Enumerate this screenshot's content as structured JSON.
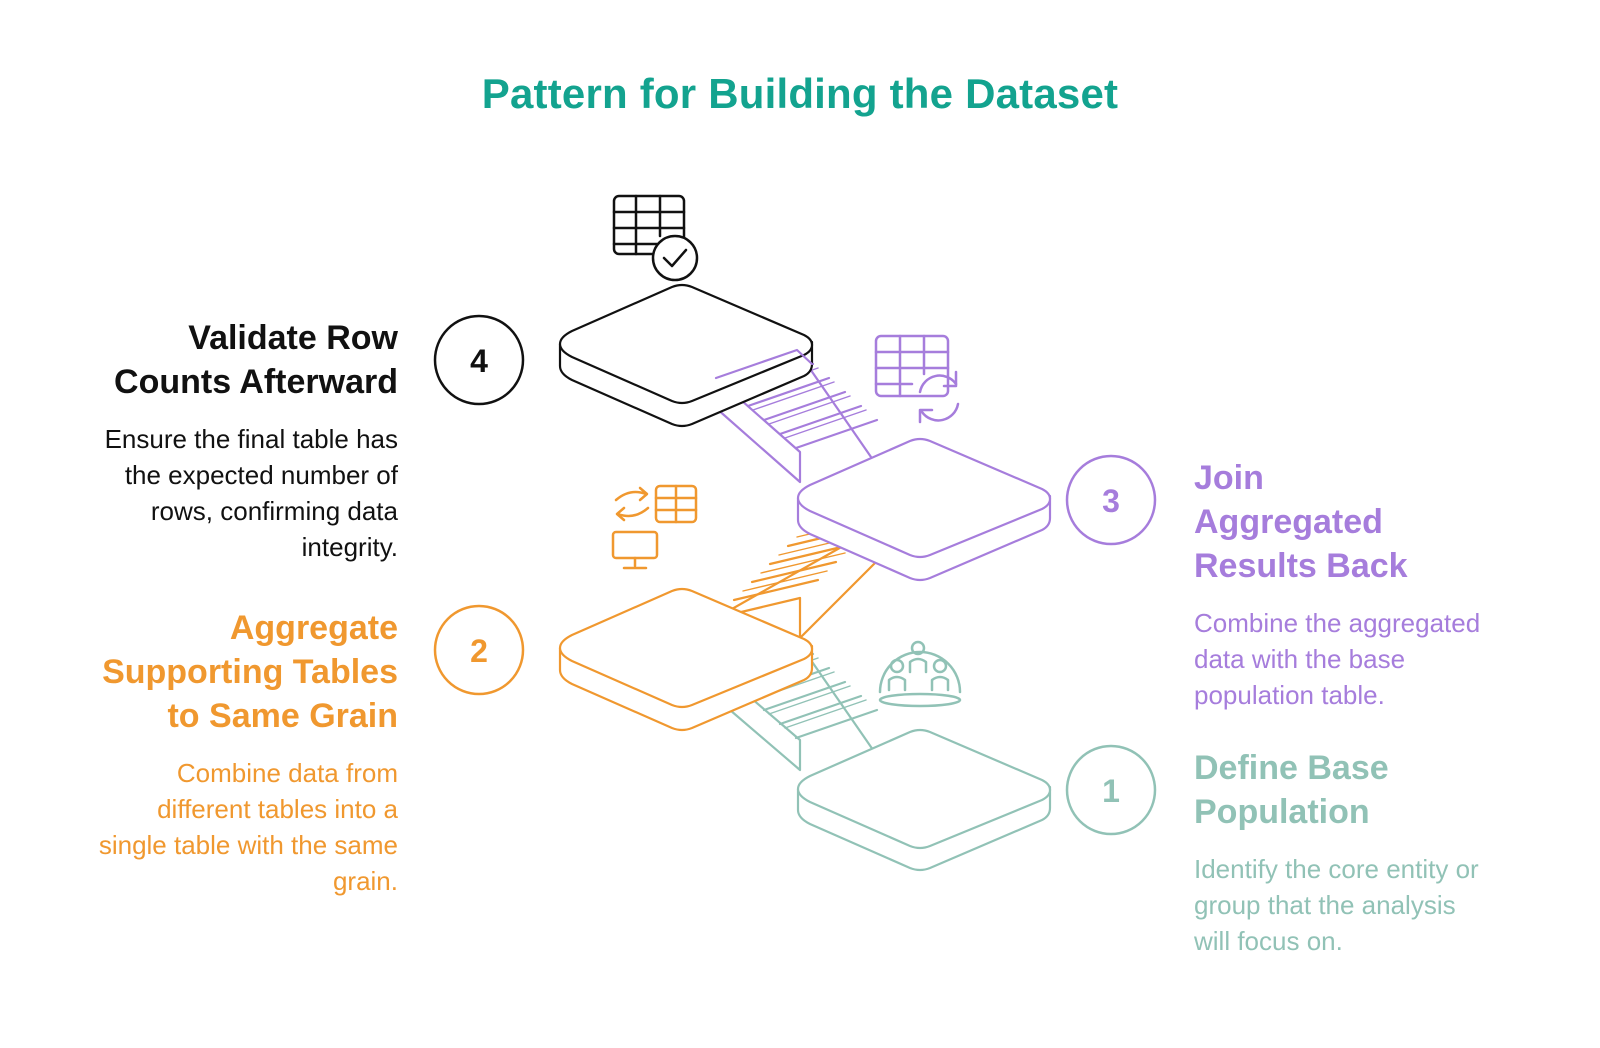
{
  "title": "Pattern for Building the Dataset",
  "colors": {
    "title": "#13a38f",
    "step1": "#91c2b6",
    "step2": "#f0982f",
    "step3": "#a67ddc",
    "step4": "#111111"
  },
  "steps": [
    {
      "number": "1",
      "heading_lines": [
        "Define Base",
        "Population"
      ],
      "description_lines": [
        "Identify the core entity or",
        "group that the analysis",
        "will focus on."
      ],
      "icon": "people-group-icon"
    },
    {
      "number": "2",
      "heading_lines": [
        "Aggregate",
        "Supporting Tables",
        "to Same Grain"
      ],
      "description_lines": [
        "Combine data from",
        "different tables into a",
        "single table with the same",
        "grain."
      ],
      "icon": "table-transfer-icon"
    },
    {
      "number": "3",
      "heading_lines": [
        "Join",
        "Aggregated",
        "Results Back"
      ],
      "description_lines": [
        "Combine the aggregated",
        "data with the base",
        "population table."
      ],
      "icon": "table-sync-icon"
    },
    {
      "number": "4",
      "heading_lines": [
        "Validate Row",
        "Counts Afterward"
      ],
      "description_lines": [
        "Ensure the final table has",
        "the expected number of",
        "rows, confirming data",
        "integrity."
      ],
      "icon": "table-check-icon"
    }
  ]
}
